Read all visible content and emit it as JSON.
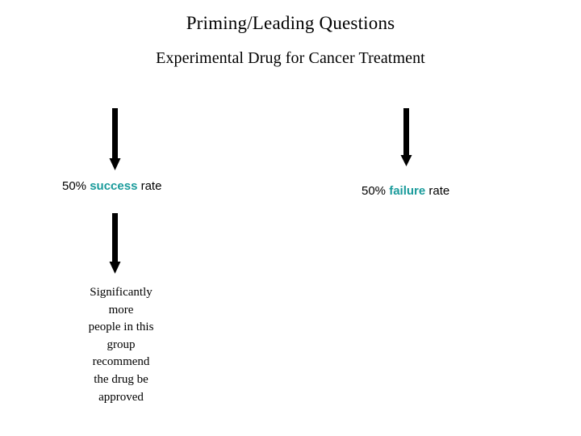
{
  "slide": {
    "title": "Priming/Leading Questions",
    "subtitle": "Experimental Drug for Cancer Treatment",
    "background_color": "#ffffff",
    "text_color": "#000000",
    "highlight_color": "#1a9b9b"
  },
  "branches": {
    "success": {
      "arrow_name": "down-arrow-icon",
      "label_prefix": "50% ",
      "label_highlight": "success",
      "label_suffix": " rate"
    },
    "failure": {
      "arrow_name": "down-arrow-icon",
      "label_prefix": "50% ",
      "label_highlight": "failure",
      "label_suffix": " rate"
    }
  },
  "conclusion": {
    "arrow_name": "down-arrow-icon",
    "lines": [
      "Significantly",
      "more",
      "people in this",
      "group",
      "recommend",
      "the drug be",
      "approved"
    ]
  }
}
